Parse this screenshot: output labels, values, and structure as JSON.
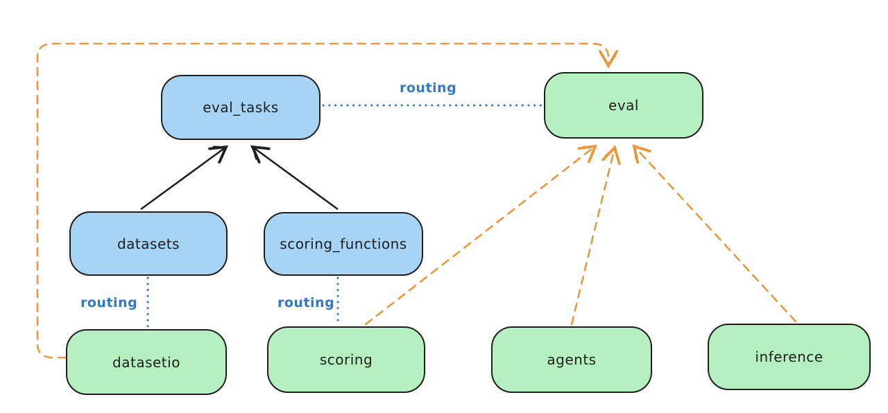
{
  "diagram": {
    "nodes": [
      {
        "id": "eval_tasks",
        "label": "eval_tasks",
        "color": "blue"
      },
      {
        "id": "eval",
        "label": "eval",
        "color": "green"
      },
      {
        "id": "datasets",
        "label": "datasets",
        "color": "blue"
      },
      {
        "id": "scoring_functions",
        "label": "scoring_functions",
        "color": "blue"
      },
      {
        "id": "datasetio",
        "label": "datasetio",
        "color": "green"
      },
      {
        "id": "scoring",
        "label": "scoring",
        "color": "green"
      },
      {
        "id": "agents",
        "label": "agents",
        "color": "green"
      },
      {
        "id": "inference",
        "label": "inference",
        "color": "green"
      }
    ],
    "edges": [
      {
        "from": "datasets",
        "to": "eval_tasks",
        "style": "solid",
        "color": "black",
        "arrow": true
      },
      {
        "from": "scoring_functions",
        "to": "eval_tasks",
        "style": "solid",
        "color": "black",
        "arrow": true
      },
      {
        "from": "eval_tasks",
        "to": "eval",
        "style": "dotted",
        "color": "blue",
        "arrow": false,
        "label": "routing"
      },
      {
        "from": "datasets",
        "to": "datasetio",
        "style": "dotted",
        "color": "blue",
        "arrow": false,
        "label": "routing"
      },
      {
        "from": "scoring_functions",
        "to": "scoring",
        "style": "dotted",
        "color": "blue",
        "arrow": false,
        "label": "routing"
      },
      {
        "from": "datasetio",
        "to": "eval",
        "style": "dashed",
        "color": "orange",
        "arrow": true
      },
      {
        "from": "scoring",
        "to": "eval",
        "style": "dashed",
        "color": "orange",
        "arrow": true
      },
      {
        "from": "agents",
        "to": "eval",
        "style": "dashed",
        "color": "orange",
        "arrow": true
      },
      {
        "from": "inference",
        "to": "eval",
        "style": "dashed",
        "color": "orange",
        "arrow": true
      }
    ],
    "colors": {
      "ink": "#1e1e1e",
      "blue_fill": "#a7d3f4",
      "green_fill": "#b6f0c1",
      "blue_line": "#3478c6",
      "orange_line": "#ea983e",
      "background": "#ffffff"
    }
  }
}
